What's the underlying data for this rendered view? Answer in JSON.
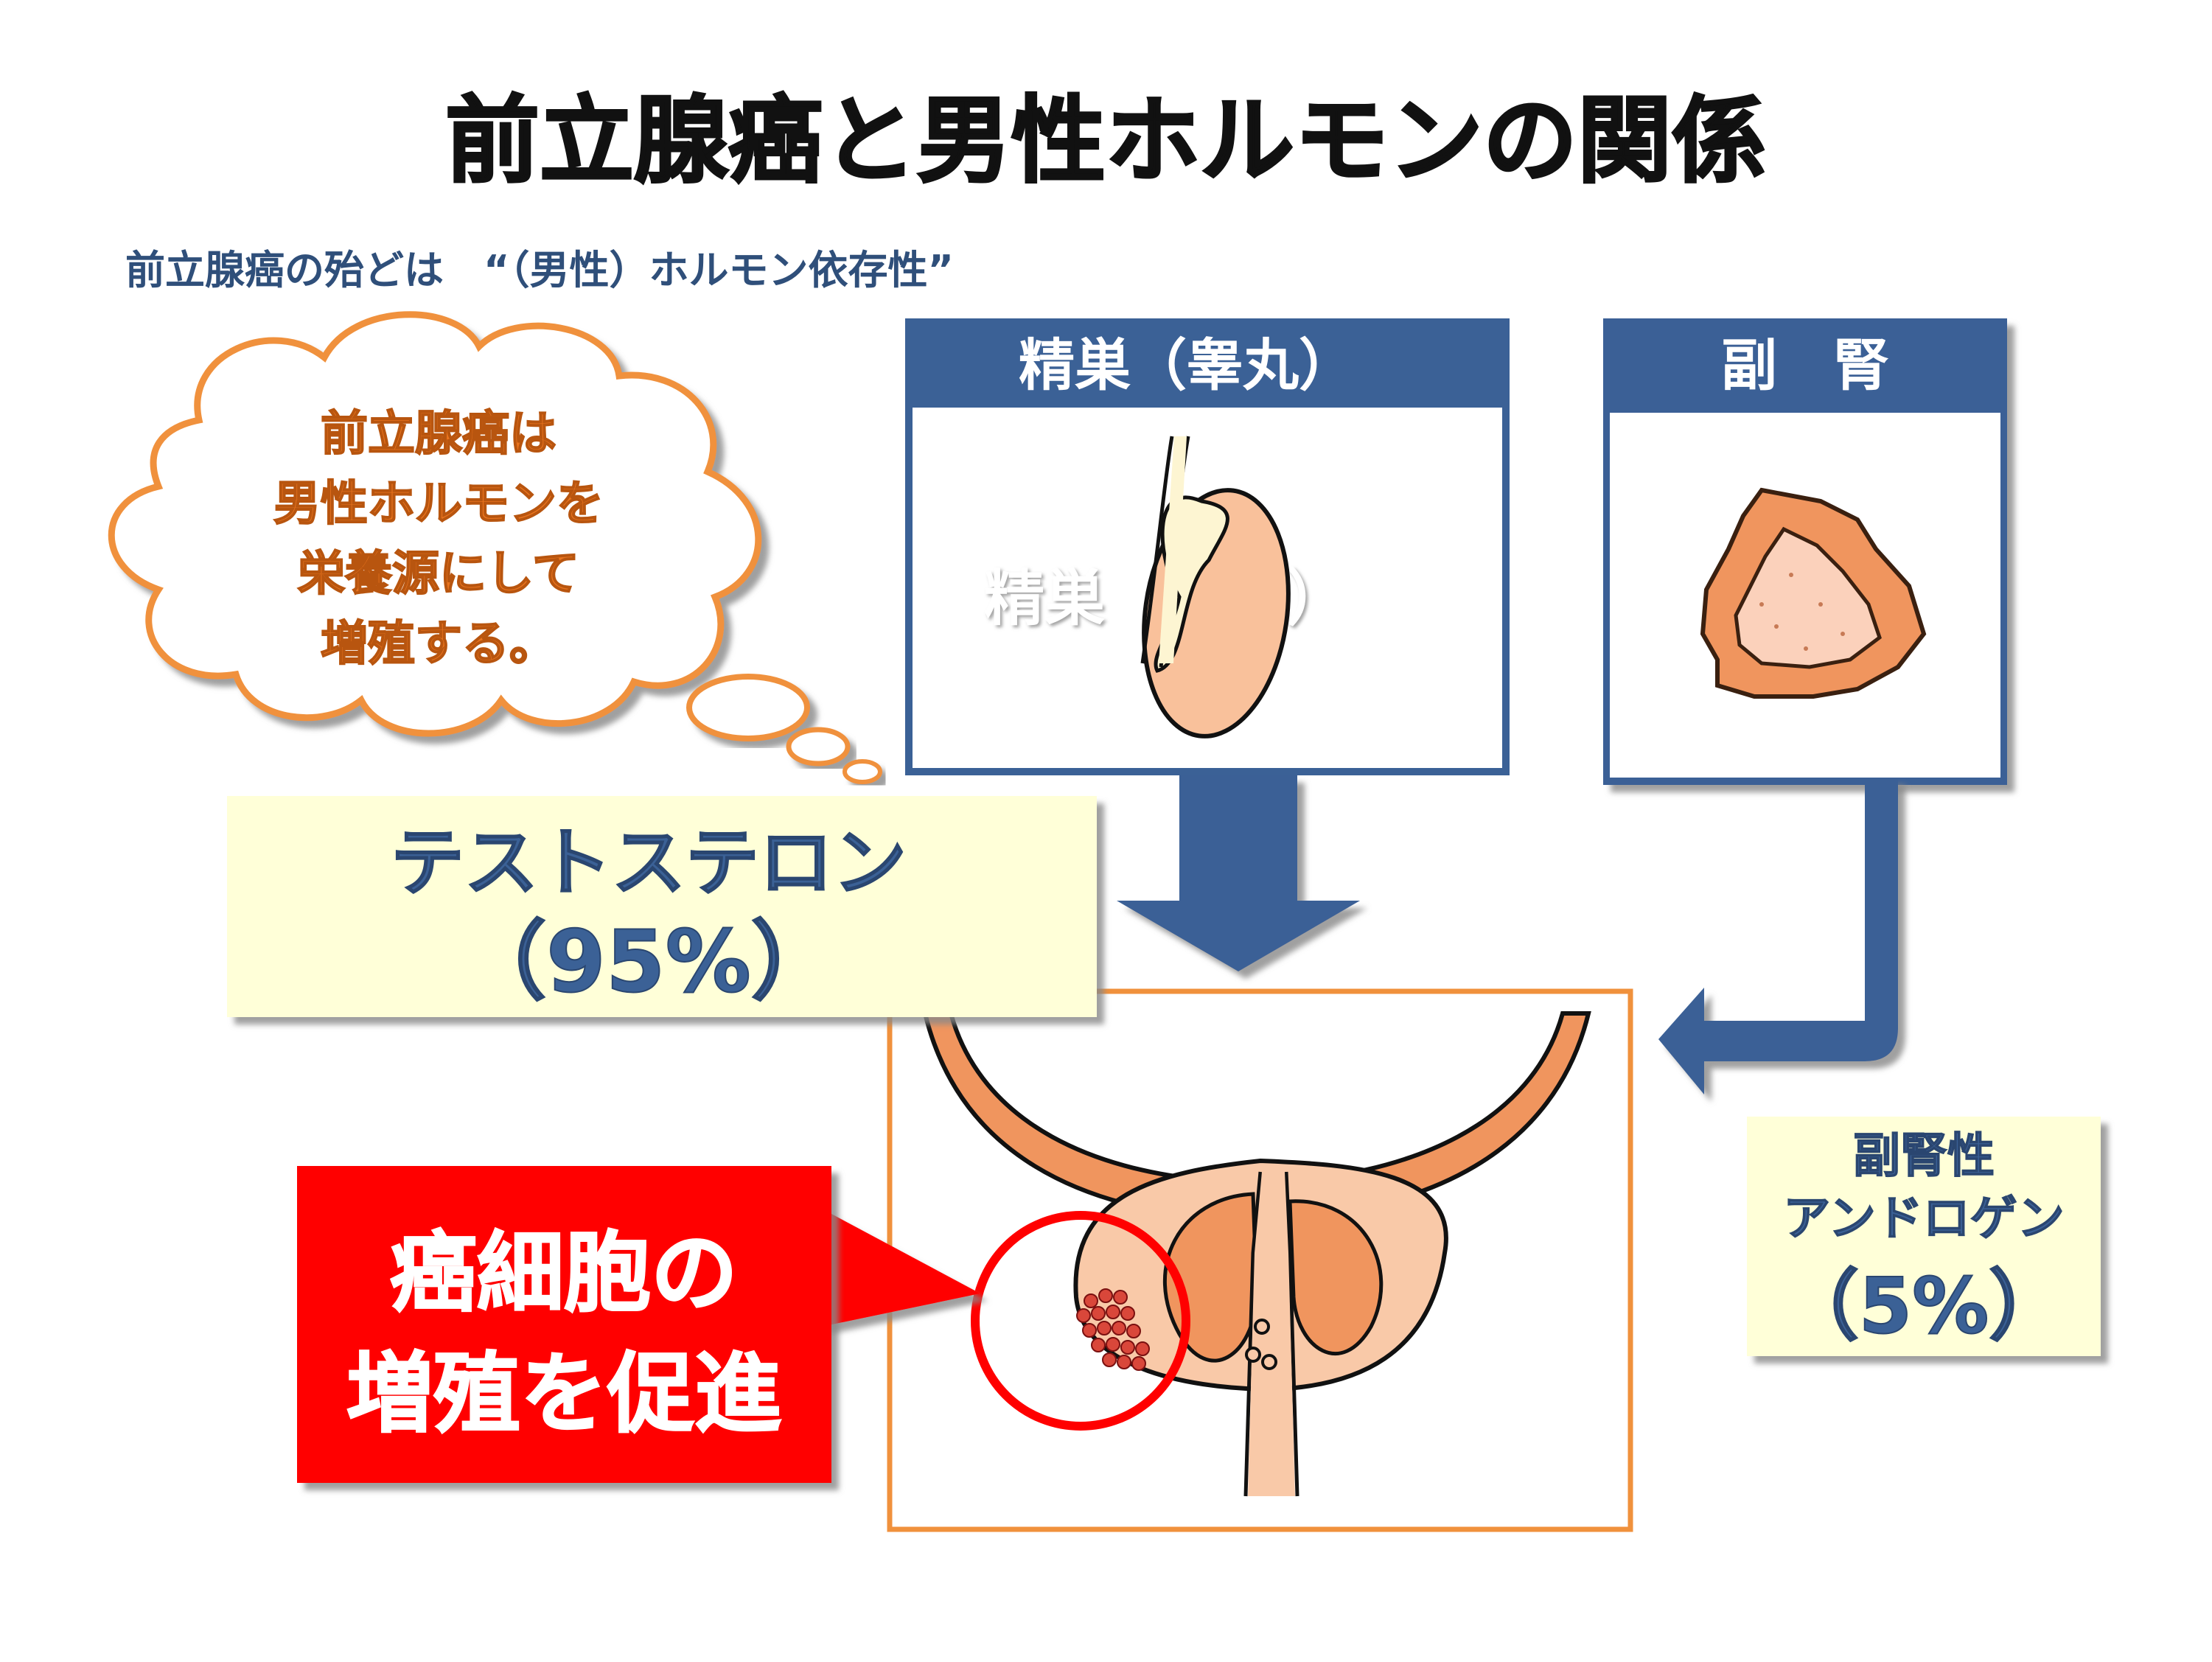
{
  "slide": {
    "title": "前立腺癌と男性ホルモンの関係",
    "subtitle": "前立腺癌の殆どは　“（男性）ホルモン依存性”"
  },
  "thought_bubble": {
    "lines": [
      "前立腺癌は",
      "男性ホルモンを",
      "栄養源にして",
      "増殖する。"
    ]
  },
  "testis_panel": {
    "header": "精巣（睾丸）",
    "ghost_text": "精巣（睾丸）"
  },
  "adrenal_panel": {
    "header": "副　腎"
  },
  "testosterone_box": {
    "name": "テストステロン",
    "percent": "（95%）"
  },
  "adrenal_androgen_box": {
    "line1": "副腎性",
    "line2": "アンドロゲン",
    "percent": "（5%）"
  },
  "callout": {
    "line1": "癌細胞の",
    "line2": "増殖を促進"
  },
  "colors": {
    "navy": "#3b6196",
    "orange": "#f0913c",
    "bubble_text": "#e8731e",
    "cream": "#ffffd8",
    "callout_red": "#ff0000",
    "tissue_light": "#f9c9a8",
    "tissue_dark": "#f0955e"
  }
}
